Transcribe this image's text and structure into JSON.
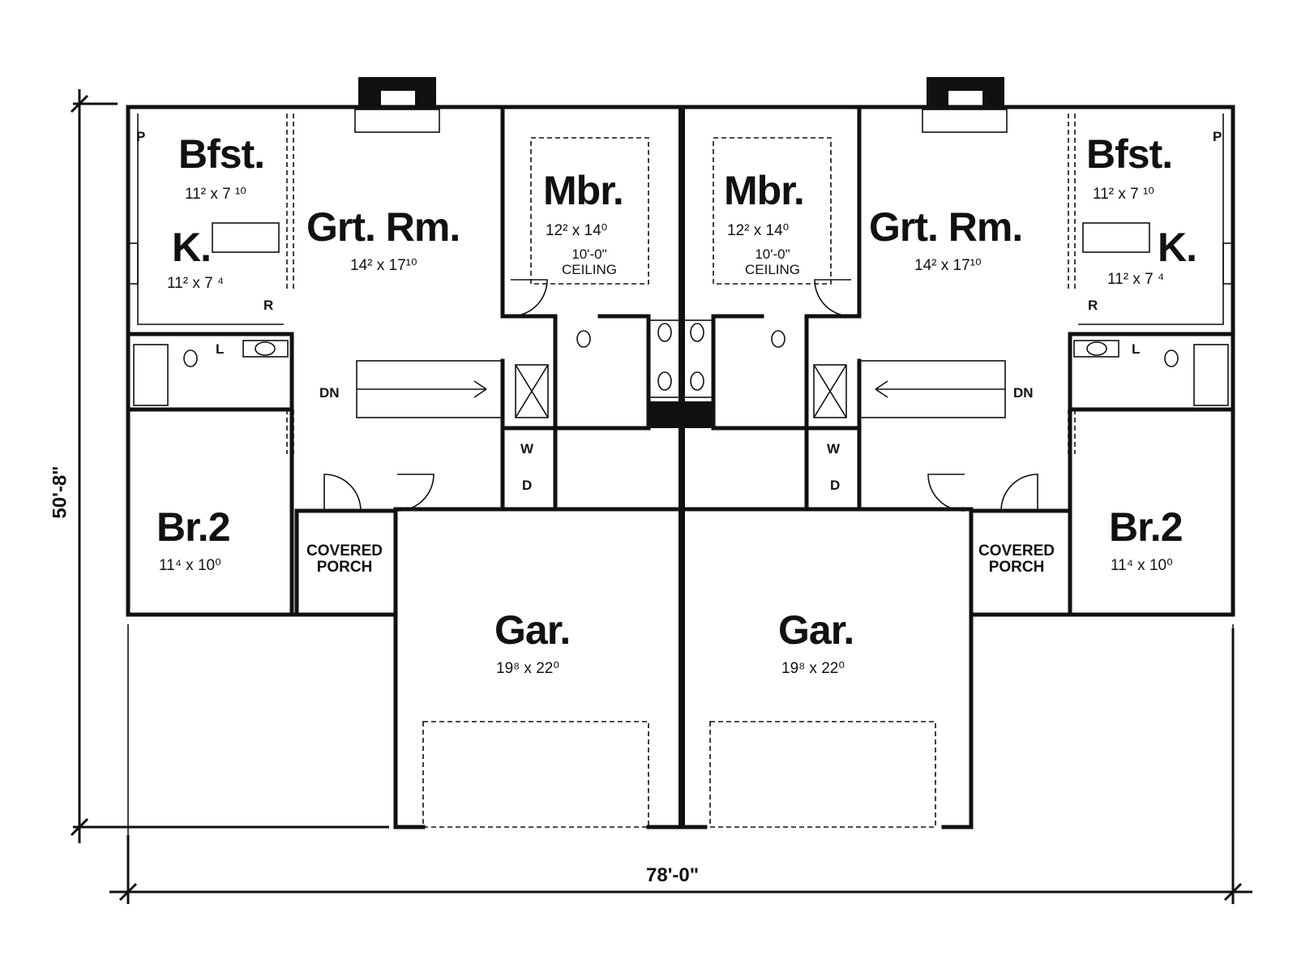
{
  "dimensions": {
    "width_label": "78'-0\"",
    "depth_label": "50'-8\""
  },
  "units": [
    {
      "side": "left",
      "rooms": {
        "bfst": {
          "name": "Bfst.",
          "size": "11² x 7 ¹⁰"
        },
        "kitchen": {
          "name": "K.",
          "size": "11² x 7 ⁴"
        },
        "great_room": {
          "name": "Grt. Rm.",
          "size": "14² x 17¹⁰"
        },
        "master": {
          "name": "Mbr.",
          "size": "12² x 14⁰",
          "ceiling": "10'-0\"\nCEILING"
        },
        "bedroom2": {
          "name": "Br.2",
          "size": "11⁴ x 10⁰"
        },
        "garage": {
          "name": "Gar.",
          "size": "19⁸ x 22⁰"
        },
        "porch": {
          "name": "COVERED\nPORCH"
        }
      },
      "marks": {
        "pantry": "P",
        "refrigerator": "R",
        "laundry": "L",
        "washer": "W",
        "dryer": "D",
        "stairs": "DN"
      }
    },
    {
      "side": "right",
      "rooms": {
        "bfst": {
          "name": "Bfst.",
          "size": "11² x 7 ¹⁰"
        },
        "kitchen": {
          "name": "K.",
          "size": "11² x 7 ⁴"
        },
        "great_room": {
          "name": "Grt. Rm.",
          "size": "14² x 17¹⁰"
        },
        "master": {
          "name": "Mbr.",
          "size": "12² x 14⁰",
          "ceiling": "10'-0\"\nCEILING"
        },
        "bedroom2": {
          "name": "Br.2",
          "size": "11⁴ x 10⁰"
        },
        "garage": {
          "name": "Gar.",
          "size": "19⁸ x 22⁰"
        },
        "porch": {
          "name": "COVERED\nPORCH"
        }
      },
      "marks": {
        "pantry": "P",
        "refrigerator": "R",
        "laundry": "L",
        "washer": "W",
        "dryer": "D",
        "stairs": "DN"
      }
    }
  ]
}
